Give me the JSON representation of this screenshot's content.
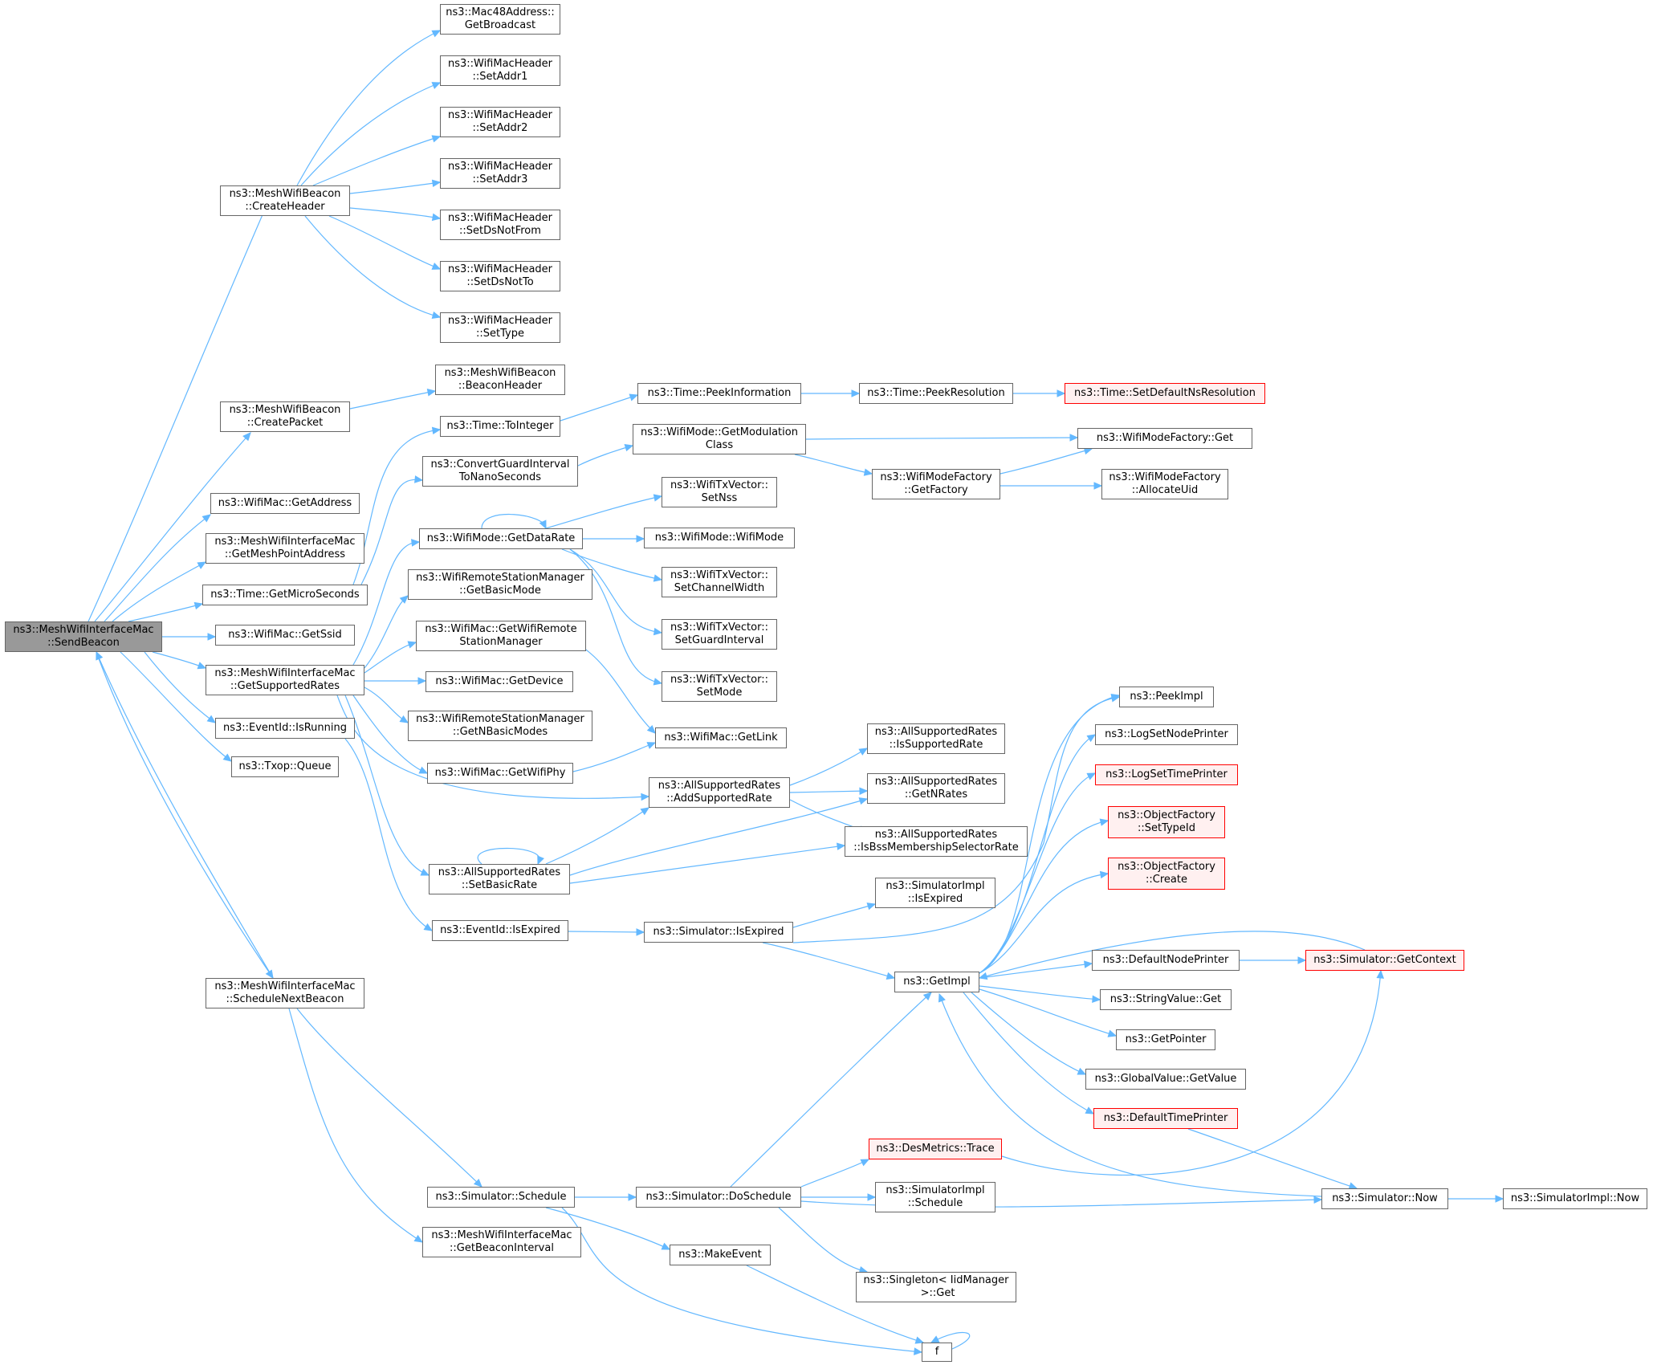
{
  "colors": {
    "edge": "#63b8ff",
    "root_fill": "#999999",
    "node_border": "#666666",
    "truncated_border": "#ff0000",
    "truncated_fill": "#fff0f0"
  },
  "nodes": {
    "sendBeacon": "ns3::MeshWifiInterfaceMac\n::SendBeacon",
    "createHeader": "ns3::MeshWifiBeacon\n::CreateHeader",
    "getBroadcast": "ns3::Mac48Address::\nGetBroadcast",
    "setAddr1": "ns3::WifiMacHeader\n::SetAddr1",
    "setAddr2": "ns3::WifiMacHeader\n::SetAddr2",
    "setAddr3": "ns3::WifiMacHeader\n::SetAddr3",
    "setDsNotFrom": "ns3::WifiMacHeader\n::SetDsNotFrom",
    "setDsNotTo": "ns3::WifiMacHeader\n::SetDsNotTo",
    "setType": "ns3::WifiMacHeader\n::SetType",
    "createPacket": "ns3::MeshWifiBeacon\n::CreatePacket",
    "beaconHeader": "ns3::MeshWifiBeacon\n::BeaconHeader",
    "getAddress": "ns3::WifiMac::GetAddress",
    "getMeshPointAddress": "ns3::MeshWifiInterfaceMac\n::GetMeshPointAddress",
    "getMicroSeconds": "ns3::Time::GetMicroSeconds",
    "getSsid": "ns3::WifiMac::GetSsid",
    "getSupportedRates": "ns3::MeshWifiInterfaceMac\n::GetSupportedRates",
    "isRunning": "ns3::EventId::IsRunning",
    "txopQueue": "ns3::Txop::Queue",
    "scheduleNextBeacon": "ns3::MeshWifiInterfaceMac\n::ScheduleNextBeacon",
    "toInteger": "ns3::Time::ToInteger",
    "peekInformation": "ns3::Time::PeekInformation",
    "peekResolution": "ns3::Time::PeekResolution",
    "setDefaultNsResolution": "ns3::Time::SetDefaultNsResolution",
    "convertGuard": "ns3::ConvertGuardInterval\nToNanoSeconds",
    "getModulationClass": "ns3::WifiMode::GetModulation\nClass",
    "wifiModeFactoryGet": "ns3::WifiModeFactory::Get",
    "getFactory": "ns3::WifiModeFactory\n::GetFactory",
    "allocateUid": "ns3::WifiModeFactory\n::AllocateUid",
    "getDataRate": "ns3::WifiMode::GetDataRate",
    "setNss": "ns3::WifiTxVector::\nSetNss",
    "wifiModeCtor": "ns3::WifiMode::WifiMode",
    "setChannelWidth": "ns3::WifiTxVector::\nSetChannelWidth",
    "setGuardInterval": "ns3::WifiTxVector::\nSetGuardInterval",
    "setMode": "ns3::WifiTxVector::\nSetMode",
    "getBasicMode": "ns3::WifiRemoteStationManager\n::GetBasicMode",
    "getWifiRemoteStationManager": "ns3::WifiMac::GetWifiRemote\nStationManager",
    "getDevice": "ns3::WifiMac::GetDevice",
    "getNBasicModes": "ns3::WifiRemoteStationManager\n::GetNBasicModes",
    "getWifiPhy": "ns3::WifiMac::GetWifiPhy",
    "getLink": "ns3::WifiMac::GetLink",
    "addSupportedRate": "ns3::AllSupportedRates\n::AddSupportedRate",
    "isSupportedRate": "ns3::AllSupportedRates\n::IsSupportedRate",
    "getNRates": "ns3::AllSupportedRates\n::GetNRates",
    "isBssMembership": "ns3::AllSupportedRates\n::IsBssMembershipSelectorRate",
    "setBasicRate": "ns3::AllSupportedRates\n::SetBasicRate",
    "eventIsExpired": "ns3::EventId::IsExpired",
    "simulatorIsExpired": "ns3::Simulator::IsExpired",
    "implIsExpired": "ns3::SimulatorImpl\n::IsExpired",
    "peekImpl": "ns3::PeekImpl",
    "logSetNodePrinter": "ns3::LogSetNodePrinter",
    "logSetTimePrinter": "ns3::LogSetTimePrinter",
    "objFactorySetTypeId": "ns3::ObjectFactory\n::SetTypeId",
    "objFactoryCreate": "ns3::ObjectFactory\n::Create",
    "getImpl": "ns3::GetImpl",
    "defaultNodePrinter": "ns3::DefaultNodePrinter",
    "getContext": "ns3::Simulator::GetContext",
    "stringValueGet": "ns3::StringValue::Get",
    "getPointer": "ns3::GetPointer",
    "globalValueGetValue": "ns3::GlobalValue::GetValue",
    "defaultTimePrinter": "ns3::DefaultTimePrinter",
    "desMetricsTrace": "ns3::DesMetrics::Trace",
    "simulatorSchedule": "ns3::Simulator::Schedule",
    "doSchedule": "ns3::Simulator::DoSchedule",
    "implSchedule": "ns3::SimulatorImpl\n::Schedule",
    "simulatorNow": "ns3::Simulator::Now",
    "implNow": "ns3::SimulatorImpl::Now",
    "getBeaconInterval": "ns3::MeshWifiInterfaceMac\n::GetBeaconInterval",
    "makeEvent": "ns3::MakeEvent",
    "singletonGet": "ns3::Singleton< IidManager\n >::Get",
    "f": "f"
  }
}
